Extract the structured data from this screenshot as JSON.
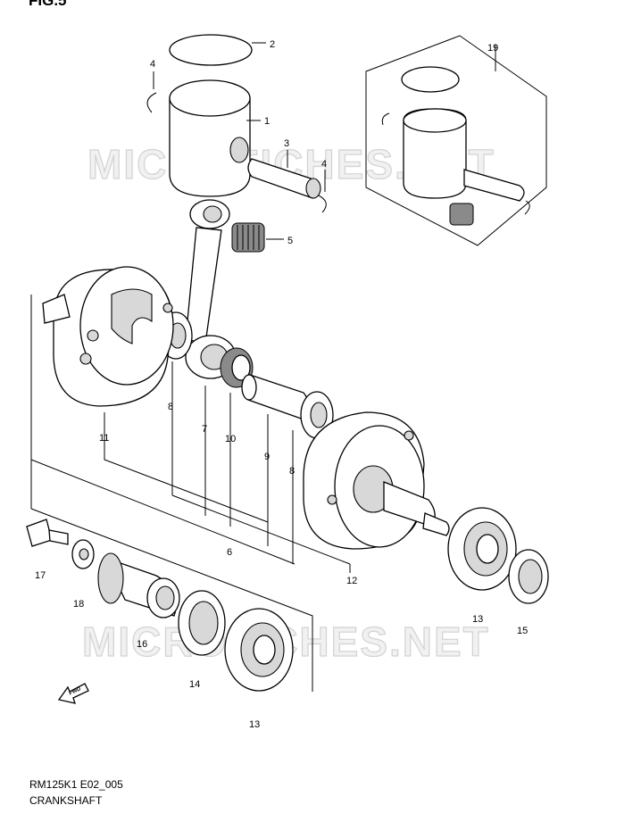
{
  "figure": {
    "title": "FIG.5"
  },
  "watermark": "MICROFICHES.NET",
  "caption": {
    "model_code": "RM125K1 E02_005",
    "name": "CRANKSHAFT"
  },
  "callouts": {
    "c1": "1",
    "c2": "2",
    "c3": "3",
    "c4a": "4",
    "c4b": "4",
    "c5": "5",
    "c6": "6",
    "c7": "7",
    "c8a": "8",
    "c8b": "8",
    "c9": "9",
    "c10": "10",
    "c11": "11",
    "c12": "12",
    "c13a": "13",
    "c13b": "13",
    "c14": "14",
    "c15": "15",
    "c16": "16",
    "c17": "17",
    "c18": "18",
    "c19": "19"
  },
  "fwd_label": "FWD"
}
